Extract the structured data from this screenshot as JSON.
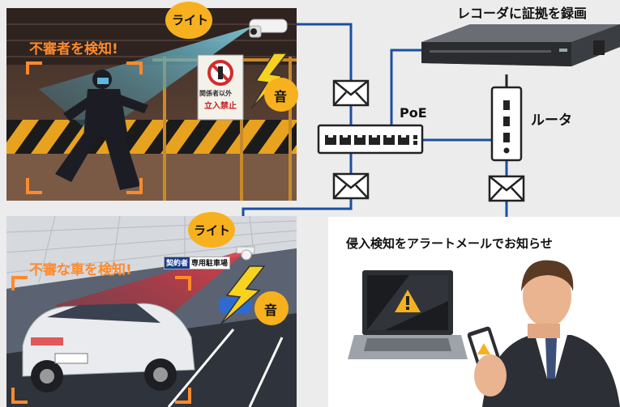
{
  "recorder": {
    "label": "レコーダに証拠を録画"
  },
  "network": {
    "poe_label": "PoE",
    "router_label": "ルータ"
  },
  "scene_top": {
    "detect_text": "不審者を検知!",
    "light_bubble": "ライト",
    "sound_bubble": "音",
    "sign_line1": "関係者以外",
    "sign_line2": "立入禁止"
  },
  "scene_bottom": {
    "detect_text": "不審な車を検知!",
    "light_bubble": "ライト",
    "sound_bubble": "音",
    "parking_sign_tag": "契約者",
    "parking_sign_text": "専用駐車場"
  },
  "notification": {
    "title": "侵入検知をアラートメールでお知らせ"
  },
  "colors": {
    "line": "#1a4fa0",
    "bubble": "#f7b11e",
    "detect": "#ff8a2b"
  }
}
